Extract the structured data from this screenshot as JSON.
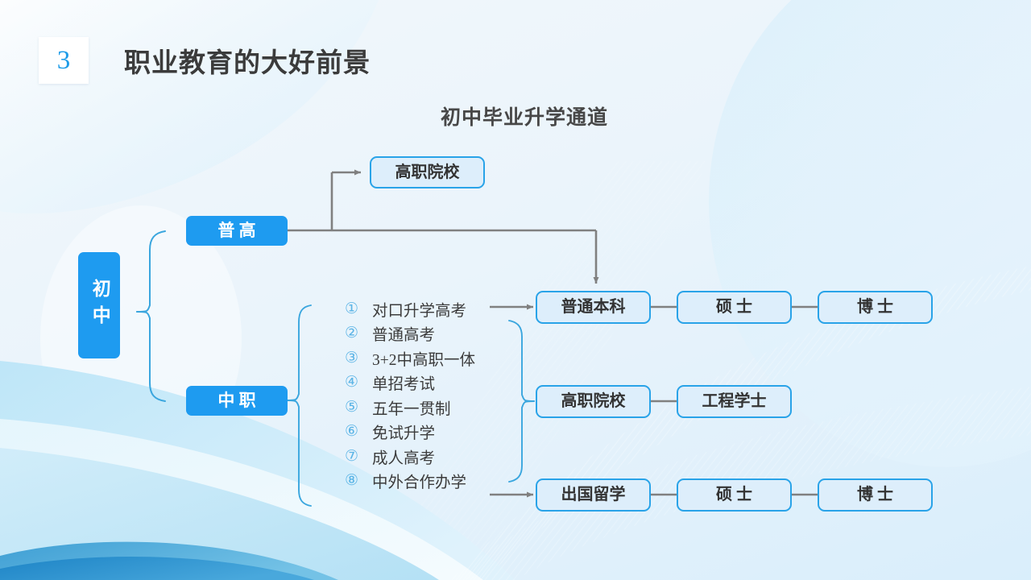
{
  "header": {
    "number": "3",
    "title": "职业教育的大好前景"
  },
  "subtitle": "初中毕业升学通道",
  "colors": {
    "accent_solid": "#1e9bf0",
    "accent_border": "#29a3e8",
    "node_fill": "#ddeefb",
    "arrow_gray": "#808080",
    "brace_blue": "#3aa6de",
    "number_blue": "#1f9ce8",
    "text_dark": "#3c3c3c",
    "list_index_blue": "#5bb4e6"
  },
  "nodes": {
    "root": "初中",
    "branch_academic": "普 高",
    "branch_vocational": "中 职",
    "vocational_college_top": "高职院校",
    "bachelor": "普通本科",
    "master_1": "硕 士",
    "doctor_1": "博 士",
    "vocational_college_mid": "高职院校",
    "engineering_bachelor": "工程学士",
    "study_abroad": "出国留学",
    "master_2": "硕 士",
    "doctor_2": "博 士"
  },
  "pathways": [
    {
      "index": "①",
      "label": "对口升学高考"
    },
    {
      "index": "②",
      "label": "普通高考"
    },
    {
      "index": "③",
      "label": "3+2中高职一体"
    },
    {
      "index": "④",
      "label": "单招考试"
    },
    {
      "index": "⑤",
      "label": "五年一贯制"
    },
    {
      "index": "⑥",
      "label": "免试升学"
    },
    {
      "index": "⑦",
      "label": "成人高考"
    },
    {
      "index": "⑧",
      "label": "中外合作办学"
    }
  ]
}
